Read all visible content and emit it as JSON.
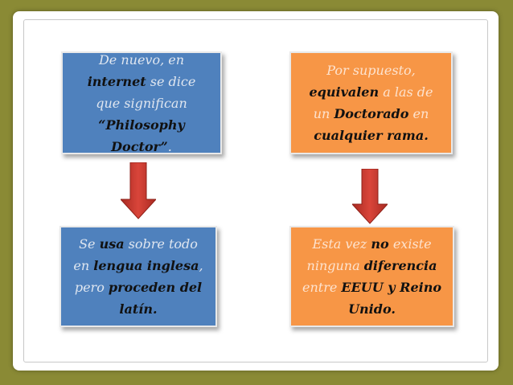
{
  "boxes": {
    "top_left": {
      "line1": "De nuevo, en",
      "l2_bold": "internet",
      "l2_rest": " se dice",
      "line3": "que significan",
      "l4_bold": "“Philosophy Doctor”",
      "l4_rest": "."
    },
    "top_right": {
      "line1": "Por supuesto,",
      "l2_bold": "equivalen",
      "l2_rest": " a las de",
      "l3_pre": "un ",
      "l3_bold": "Doctorado",
      "l3_rest": " en",
      "l4_bold": "cualquier rama."
    },
    "bottom_left": {
      "l1_pre": "Se ",
      "l1_bold": "usa",
      "l1_rest": " sobre todo",
      "l2_pre": "en ",
      "l2_bold": "lengua inglesa",
      "l2_rest": ",",
      "l3_pre": "pero ",
      "l3_bold": "proceden del",
      "l4_bold": "latín."
    },
    "bottom_right": {
      "l1_pre": "Esta vez ",
      "l1_bold": "no",
      "l1_rest": " existe",
      "l2_pre": "ninguna ",
      "l2_bold": "diferencia",
      "l3_pre": "entre ",
      "l3_bold": "EEUU y Reino",
      "l4_bold": "Unido."
    }
  },
  "colors": {
    "background": "#8a8a35",
    "blue_box": "#4f81bd",
    "orange_box": "#f79646",
    "arrow": "#c0392b"
  }
}
